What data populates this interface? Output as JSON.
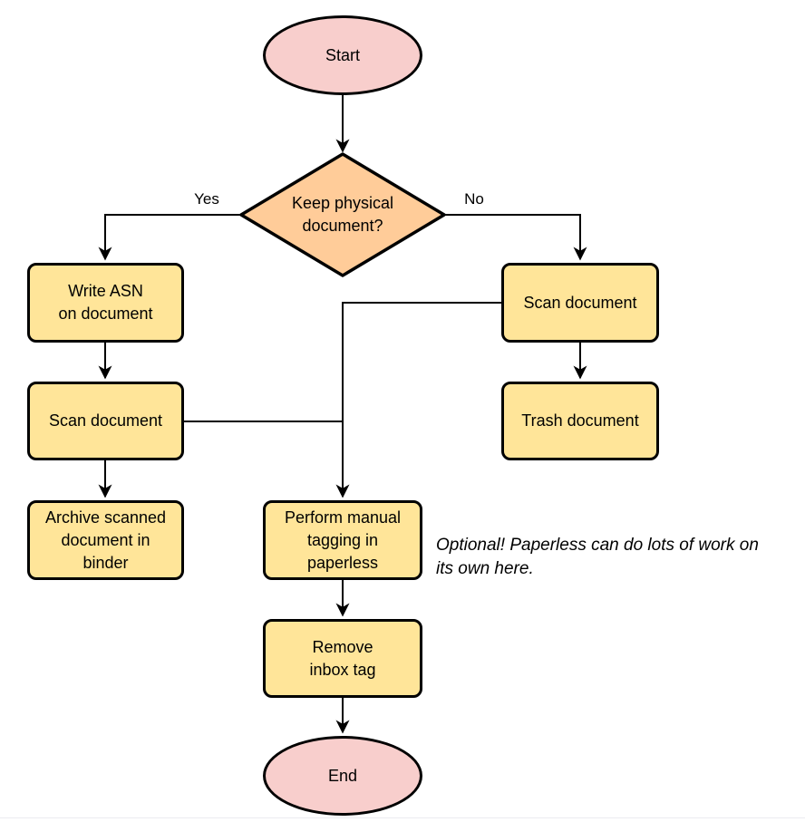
{
  "diagram": {
    "nodes": {
      "start": {
        "label": "Start",
        "type": "terminator"
      },
      "decision": {
        "label": "Keep physical\ndocument?",
        "type": "decision"
      },
      "write_asn": {
        "label": "Write ASN\non document",
        "type": "process"
      },
      "scan_left": {
        "label": "Scan document",
        "type": "process"
      },
      "archive": {
        "label": "Archive scanned\ndocument in\nbinder",
        "type": "process"
      },
      "scan_right": {
        "label": "Scan document",
        "type": "process"
      },
      "trash": {
        "label": "Trash document",
        "type": "process"
      },
      "tagging": {
        "label": "Perform manual\ntagging in\npaperless",
        "type": "process"
      },
      "remove_inbox": {
        "label": "Remove\ninbox tag",
        "type": "process"
      },
      "end": {
        "label": "End",
        "type": "terminator"
      }
    },
    "edge_labels": {
      "yes": "Yes",
      "no": "No"
    },
    "annotation": "Optional! Paperless can do lots of work on\nits own here."
  },
  "colors": {
    "terminator_fill": "#f8cecc",
    "decision_fill": "#ffcc99",
    "process_fill": "#ffe599",
    "stroke": "#000000"
  }
}
